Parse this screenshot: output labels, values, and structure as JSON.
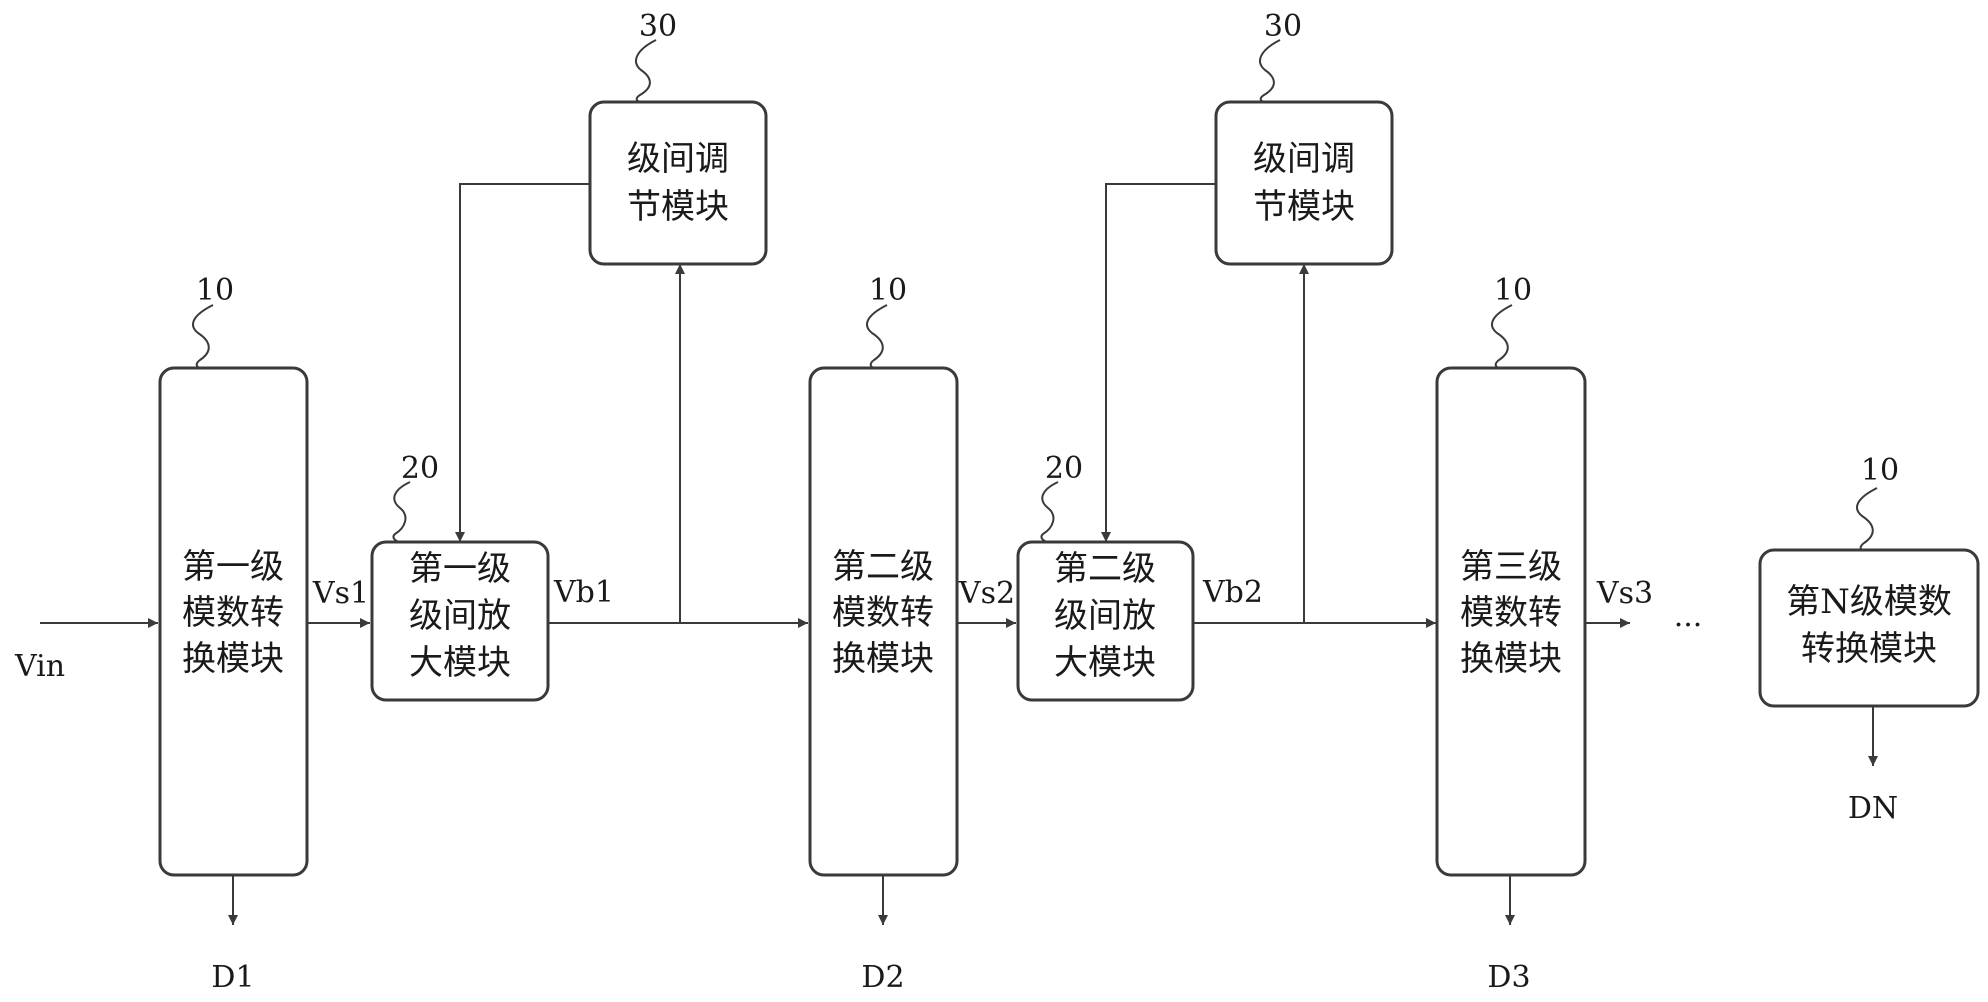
{
  "blocks": {
    "adc1": [
      "第一级",
      "模数转",
      "换模块"
    ],
    "amp1": [
      "第一级",
      "级间放",
      "大模块"
    ],
    "reg1": [
      "级间调",
      "节模块"
    ],
    "adc2": [
      "第二级",
      "模数转",
      "换模块"
    ],
    "amp2": [
      "第二级",
      "级间放",
      "大模块"
    ],
    "reg2": [
      "级间调",
      "节模块"
    ],
    "adc3": [
      "第三级",
      "模数转",
      "换模块"
    ],
    "adcN": [
      "第N级模数",
      "转换模块"
    ]
  },
  "refs": {
    "adc": "10",
    "amp": "20",
    "reg": "30"
  },
  "signals": {
    "vin": "Vin",
    "vs1": "Vs1",
    "vb1": "Vb1",
    "vs2": "Vs2",
    "vb2": "Vb2",
    "vs3": "Vs3",
    "ellipsis": "...",
    "d1": "D1",
    "d2": "D2",
    "d3": "D3",
    "dn": "DN"
  }
}
